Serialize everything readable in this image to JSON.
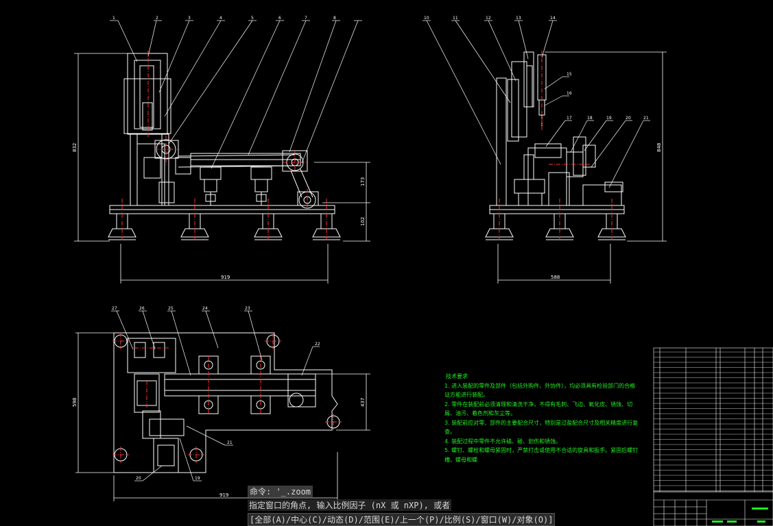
{
  "drawing": {
    "colors": {
      "background": "#000000",
      "outline": "#ffffff",
      "centerline": "#ff3030",
      "dimension": "#ffffff",
      "notes": "#22ee22",
      "leader": "#ffffff"
    },
    "front_view": {
      "callouts": [
        "1",
        "2",
        "3",
        "4",
        "5",
        "6",
        "7",
        "8"
      ],
      "dims": {
        "height": "832",
        "width": "919",
        "d173": "173",
        "d102": "102"
      }
    },
    "side_view": {
      "callouts": [
        "10",
        "11",
        "12",
        "13",
        "14",
        "15",
        "16",
        "17",
        "18",
        "19",
        "20",
        "21"
      ],
      "dims": {
        "height": "848",
        "width": "588"
      }
    },
    "top_view": {
      "callouts": [
        "27",
        "26",
        "25",
        "24",
        "23",
        "22",
        "21",
        "20",
        "19"
      ],
      "dims": {
        "height": "598",
        "depth": "437",
        "width": "919"
      }
    },
    "tech_notes": {
      "title": "技术要求",
      "items": [
        "1. 进入装配的零件及部件（包括外购件、外协件），均必须具有检验部门的合格",
        "证方能进行装配。",
        "2. 零件在装配前必须清理和清洗干净，不得有毛刺、飞边、氧化皮、锈蚀、切",
        "屑、油污、着色剂和灰尘等。",
        "3. 装配前应对零、部件的主要配合尺寸，特别是过盈配合尺寸及相关精度进行复",
        "查。",
        "4. 装配过程中零件不允许磕、碰、划伤和锈蚀。",
        "5. 螺钉、螺栓和螺母紧固时，严禁打击或使用不合适的旋具和扳手。紧固后螺钉",
        "槽、螺母和螺"
      ]
    }
  },
  "command_line": {
    "line1": "命令: '_.zoom",
    "line2": "指定窗口的角点, 输入比例因子 (nX 或 nXP), 或者",
    "line3": "[全部(A)/中心(C)/动态(D)/范围(E)/上一个(P)/比例(S)/窗口(W)/对象(O)]"
  }
}
